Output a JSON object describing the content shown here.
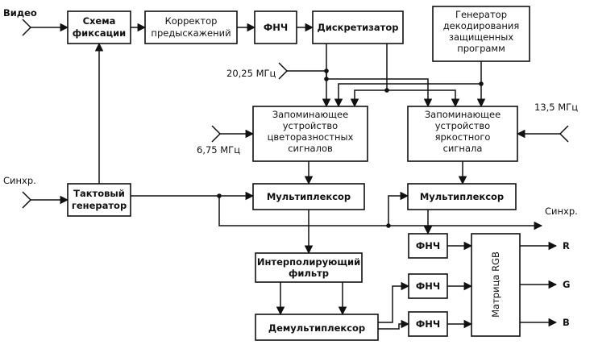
{
  "blocks": {
    "fixation": [
      "Схема",
      "фиксации"
    ],
    "predistortion": [
      "Корректор",
      "предыскажений"
    ],
    "lpf_top": "ФНЧ",
    "sampler": "Дискретизатор",
    "decoder": [
      "Генератор",
      "декодирования",
      "защищенных",
      "программ"
    ],
    "chroma_memory": [
      "Запоминающее",
      "устройство",
      "цветоразностных",
      "сигналов"
    ],
    "luma_memory": [
      "Запоминающее",
      "устройство",
      "яркостного",
      "сигнала"
    ],
    "clock": [
      "Тактовый",
      "генератор"
    ],
    "mux_left": "Мультиплексор",
    "mux_right": "Мультиплексор",
    "interp_filter": [
      "Интерполирующий",
      "фильтр"
    ],
    "demux": "Демультиплексор",
    "lpf_r": "ФНЧ",
    "lpf_g": "ФНЧ",
    "lpf_b": "ФНЧ",
    "rgb_matrix": "Матрица RGB"
  },
  "labels": {
    "video_in": "Видео",
    "sync_in": "Синхр.",
    "sync_out": "Синхр.",
    "freq_2025": "20,25 МГц",
    "freq_675": "6,75 МГц",
    "freq_135": "13,5 МГц",
    "out_r": "R",
    "out_g": "G",
    "out_b": "B"
  },
  "colors": {
    "line": "#111111",
    "background": "#ffffff"
  }
}
